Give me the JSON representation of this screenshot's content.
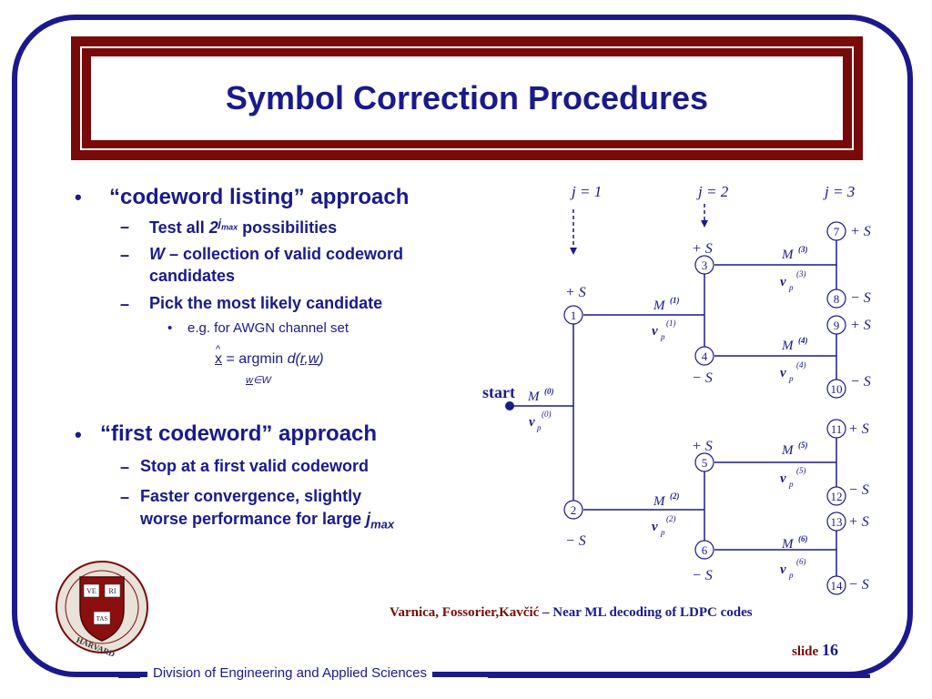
{
  "title": "Symbol Correction Procedures",
  "bullets": {
    "codeword_listing": "“codeword listing” approach",
    "test_all_prefix": "Test all ",
    "test_all_base": "2",
    "test_all_exp": "j",
    "test_all_exp_sub": "max",
    "test_all_suffix": " possibilities",
    "w_var": "W",
    "w_text": " – collection of valid codeword",
    "w_text2": "candidates",
    "pick": "Pick the most likely candidate",
    "eg": "e.g. for AWGN channel set",
    "formula_x": "x",
    "formula_hat": "^",
    "formula_eq": " = argmin ",
    "formula_d": "d(",
    "formula_r": "r",
    "formula_comma": ",",
    "formula_w": "w",
    "formula_close": ")",
    "formula_under_w": "w",
    "formula_under_in": "∈W",
    "first_codeword": "“first codeword” approach",
    "stop": "Stop at a first valid codeword",
    "faster": "Faster convergence, slightly",
    "faster2": "worse performance for large ",
    "faster2_j": "j",
    "faster2_sub": "max"
  },
  "diagram": {
    "j_labels": [
      "j = 1",
      "j = 2",
      "j = 3"
    ],
    "start": "start",
    "nodes": [
      "1",
      "2",
      "3",
      "4",
      "5",
      "6",
      "7",
      "8",
      "9",
      "10",
      "11",
      "12",
      "13",
      "14"
    ],
    "plus_s": "+ S",
    "minus_s": "− S",
    "m_sym": "M",
    "v_sym": "v",
    "p_sub": "p",
    "branch_indices": [
      "(0)",
      "(1)",
      "(2)",
      "(3)",
      "(4)",
      "(5)",
      "(6)"
    ]
  },
  "credit_authors": "Varnica, Fossorier,Kavčić",
  "credit_dash": " – ",
  "credit_title": "Near ML decoding of LDPC codes",
  "slide_label": "slide ",
  "slide_number": "16",
  "footer": "Division of Engineering and Applied Sciences",
  "seal": {
    "ve": "VE",
    "ri": "RI",
    "tas": "TAS",
    "harvard": "HARVARD"
  },
  "colors": {
    "navy": "#1a1a8c",
    "maroon": "#7a0a0a"
  }
}
